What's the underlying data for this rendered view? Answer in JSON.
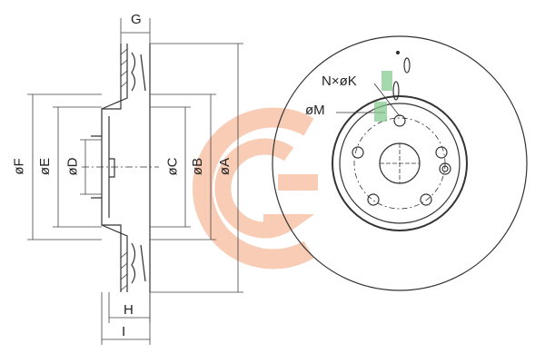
{
  "labels": {
    "G": "G",
    "H": "H",
    "I": "I",
    "F": "øF",
    "E": "øE",
    "D": "øD",
    "C": "øC",
    "B": "øB",
    "A": "øA",
    "NK": "N×øK",
    "M": "øM"
  },
  "colors": {
    "line": "#333333",
    "watermark": "#f4a37a",
    "accent_green": "#7fc98a",
    "background": "#ffffff"
  }
}
